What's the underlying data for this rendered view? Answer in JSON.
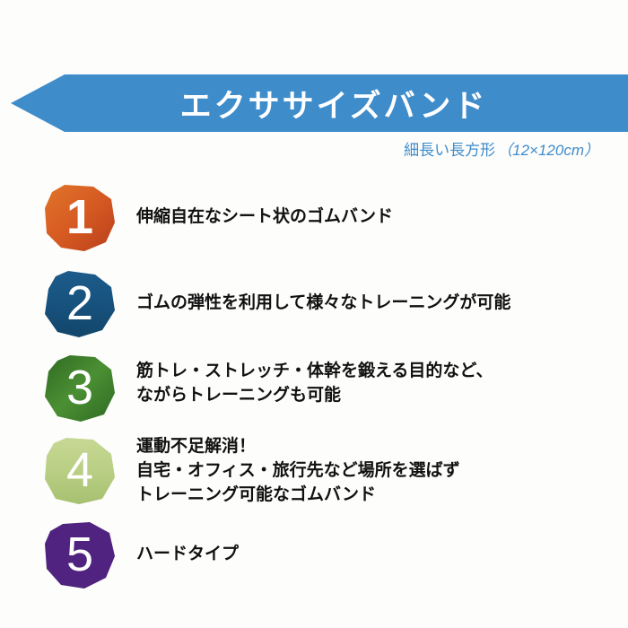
{
  "banner": {
    "title": "エクササイズバンド",
    "color": "#3f8ccb"
  },
  "subtitle": {
    "shape": "細長い長方形",
    "dimensions": "（12×120cm）"
  },
  "features": [
    {
      "number": "1",
      "color": "#d65a22",
      "lines": [
        "伸縮自在なシート状のゴムバンド"
      ]
    },
    {
      "number": "2",
      "color": "#17527e",
      "lines": [
        "ゴムの弾性を利用して様々なトレーニングが可能"
      ]
    },
    {
      "number": "3",
      "color": "#3d7d2c",
      "lines": [
        "筋トレ・ストレッチ・体幹を鍛える目的など、",
        "ながらトレーニングも可能"
      ]
    },
    {
      "number": "4",
      "color": "#b9cf84",
      "lines": [
        "運動不足解消！",
        "自宅・オフィス・旅行先など場所を選ばず",
        "トレーニング可能なゴムバンド"
      ]
    },
    {
      "number": "5",
      "color": "#4f237f",
      "lines": [
        "ハードタイプ"
      ]
    }
  ]
}
